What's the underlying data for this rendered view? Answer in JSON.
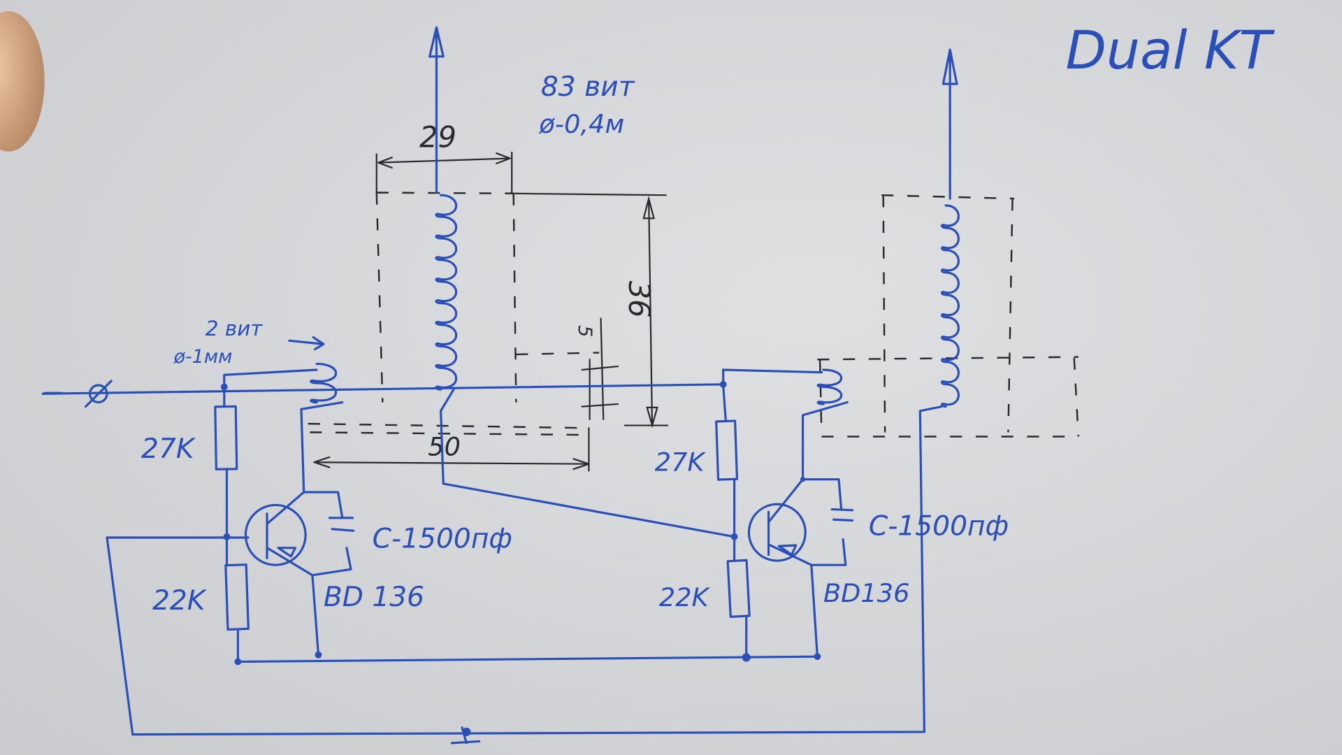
{
  "title": "Dual KT",
  "coil_main": {
    "turns_label": "83 вит",
    "wire_label": "ø-0,4м"
  },
  "coil_feedback": {
    "turns_label": "2 вит",
    "wire_label": "ø-1мм"
  },
  "dimensions": {
    "width": "29",
    "height": "36",
    "gap": "5",
    "length": "50"
  },
  "left_stage": {
    "r_top": "27K",
    "r_bottom": "22K",
    "capacitor": "C-1500пф",
    "transistor": "BD 136"
  },
  "right_stage": {
    "r_top": "27K",
    "r_bottom": "22K",
    "capacitor": "C-1500пф",
    "transistor": "BD136"
  },
  "terminals": {
    "negative": "−"
  },
  "colors": {
    "ink": "#2a4fb8",
    "pencil": "#2a2a2e",
    "paper": "#d5d7d9"
  }
}
